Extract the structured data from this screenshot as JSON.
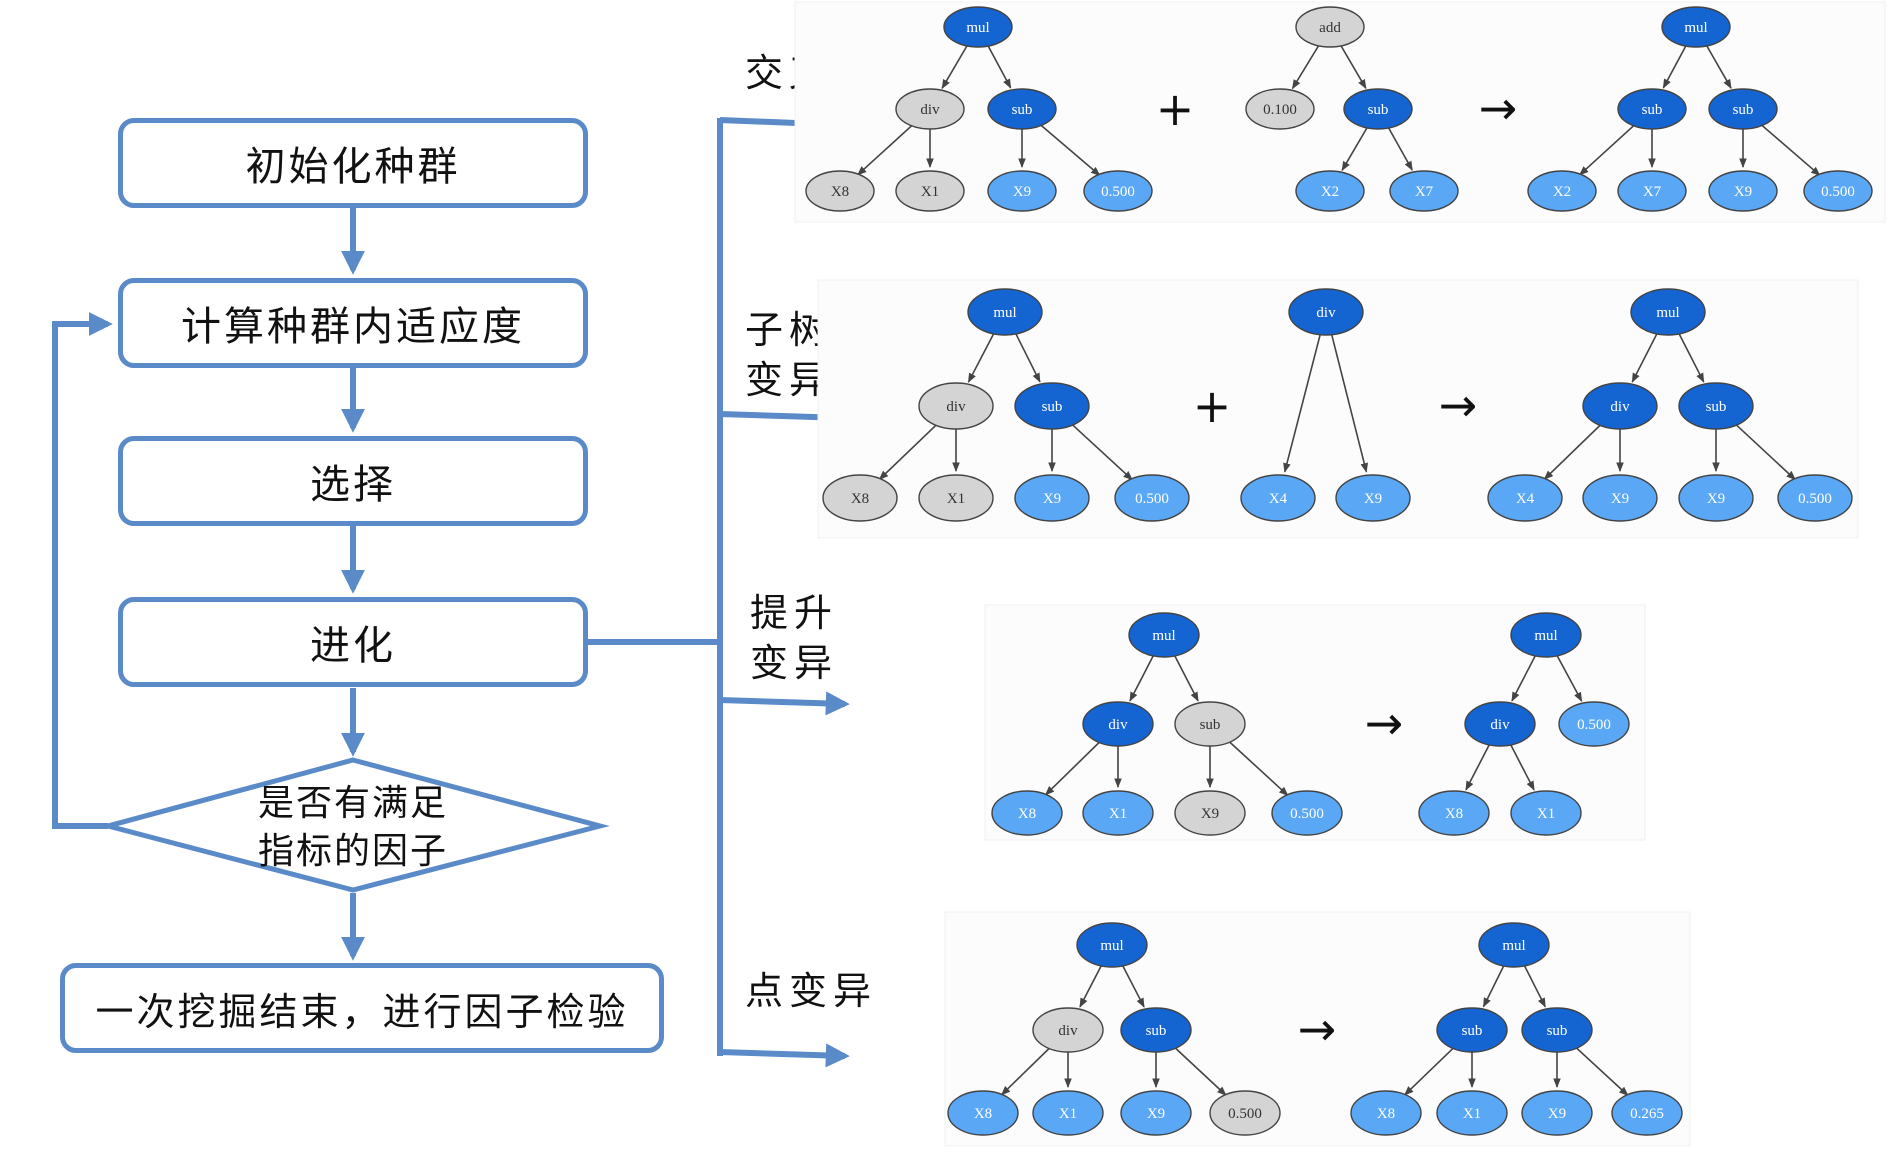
{
  "flowchart": {
    "steps": {
      "init": "初始化种群",
      "fitness": "计算种群内适应度",
      "select": "选择",
      "evolve": "进化",
      "decision_line1": "是否有满足",
      "decision_line2": "指标的因子",
      "end": "一次挖掘结束，进行因子检验"
    }
  },
  "operations": {
    "crossover": {
      "label_line1": "交叉",
      "label_line2": ""
    },
    "subtree_mutation": {
      "label_line1": "子树",
      "label_line2": "变异"
    },
    "hoist_mutation": {
      "label_line1": "提升",
      "label_line2": "变异"
    },
    "point_mutation": {
      "label_line1": "点变异",
      "label_line2": ""
    }
  },
  "symbols": {
    "plus": "+",
    "arrow": "→"
  },
  "colors": {
    "flow_blue": "#5b8ac8",
    "node_dark": "#1464d2",
    "node_light": "#5aa8f5",
    "node_gray": "#d4d4d4"
  },
  "trees": [
    {
      "row": "crossover",
      "role": "parent-a",
      "root": {
        "label": "mul",
        "color": "dark",
        "children": [
          {
            "label": "div",
            "color": "gray",
            "children": [
              {
                "label": "X8",
                "color": "gray"
              },
              {
                "label": "X1",
                "color": "gray"
              }
            ]
          },
          {
            "label": "sub",
            "color": "dark",
            "children": [
              {
                "label": "X9",
                "color": "light"
              },
              {
                "label": "0.500",
                "color": "light"
              }
            ]
          }
        ]
      }
    },
    {
      "row": "crossover",
      "role": "parent-b",
      "root": {
        "label": "add",
        "color": "gray",
        "children": [
          {
            "label": "0.100",
            "color": "gray"
          },
          {
            "label": "sub",
            "color": "dark",
            "children": [
              {
                "label": "X2",
                "color": "light"
              },
              {
                "label": "X7",
                "color": "light"
              }
            ]
          }
        ]
      }
    },
    {
      "row": "crossover",
      "role": "result",
      "root": {
        "label": "mul",
        "color": "dark",
        "children": [
          {
            "label": "sub",
            "color": "dark",
            "children": [
              {
                "label": "X2",
                "color": "light"
              },
              {
                "label": "X7",
                "color": "light"
              }
            ]
          },
          {
            "label": "sub",
            "color": "dark",
            "children": [
              {
                "label": "X9",
                "color": "light"
              },
              {
                "label": "0.500",
                "color": "light"
              }
            ]
          }
        ]
      }
    },
    {
      "row": "subtree_mutation",
      "role": "parent-a",
      "root": {
        "label": "mul",
        "color": "dark",
        "children": [
          {
            "label": "div",
            "color": "gray",
            "children": [
              {
                "label": "X8",
                "color": "gray"
              },
              {
                "label": "X1",
                "color": "gray"
              }
            ]
          },
          {
            "label": "sub",
            "color": "dark",
            "children": [
              {
                "label": "X9",
                "color": "light"
              },
              {
                "label": "0.500",
                "color": "light"
              }
            ]
          }
        ]
      }
    },
    {
      "row": "subtree_mutation",
      "role": "parent-b",
      "root": {
        "label": "div",
        "color": "dark",
        "children": [
          {
            "label": "X4",
            "color": "light"
          },
          {
            "label": "X9",
            "color": "light"
          }
        ]
      }
    },
    {
      "row": "subtree_mutation",
      "role": "result",
      "root": {
        "label": "mul",
        "color": "dark",
        "children": [
          {
            "label": "div",
            "color": "dark",
            "children": [
              {
                "label": "X4",
                "color": "light"
              },
              {
                "label": "X9",
                "color": "light"
              }
            ]
          },
          {
            "label": "sub",
            "color": "dark",
            "children": [
              {
                "label": "X9",
                "color": "light"
              },
              {
                "label": "0.500",
                "color": "light"
              }
            ]
          }
        ]
      }
    },
    {
      "row": "hoist_mutation",
      "role": "parent-a",
      "root": {
        "label": "mul",
        "color": "dark",
        "children": [
          {
            "label": "div",
            "color": "dark",
            "children": [
              {
                "label": "X8",
                "color": "light"
              },
              {
                "label": "X1",
                "color": "light"
              }
            ]
          },
          {
            "label": "sub",
            "color": "gray",
            "children": [
              {
                "label": "X9",
                "color": "gray"
              },
              {
                "label": "0.500",
                "color": "light"
              }
            ]
          }
        ]
      }
    },
    {
      "row": "hoist_mutation",
      "role": "result",
      "root": {
        "label": "mul",
        "color": "dark",
        "children": [
          {
            "label": "div",
            "color": "dark",
            "children": [
              {
                "label": "X8",
                "color": "light"
              },
              {
                "label": "X1",
                "color": "light"
              }
            ]
          },
          {
            "label": "0.500",
            "color": "light"
          }
        ]
      }
    },
    {
      "row": "point_mutation",
      "role": "parent-a",
      "root": {
        "label": "mul",
        "color": "dark",
        "children": [
          {
            "label": "div",
            "color": "gray",
            "children": [
              {
                "label": "X8",
                "color": "light"
              },
              {
                "label": "X1",
                "color": "light"
              }
            ]
          },
          {
            "label": "sub",
            "color": "dark",
            "children": [
              {
                "label": "X9",
                "color": "light"
              },
              {
                "label": "0.500",
                "color": "gray"
              }
            ]
          }
        ]
      }
    },
    {
      "row": "point_mutation",
      "role": "result",
      "root": {
        "label": "mul",
        "color": "dark",
        "children": [
          {
            "label": "sub",
            "color": "dark",
            "children": [
              {
                "label": "X8",
                "color": "light"
              },
              {
                "label": "X1",
                "color": "light"
              }
            ]
          },
          {
            "label": "sub",
            "color": "dark",
            "children": [
              {
                "label": "X9",
                "color": "light"
              },
              {
                "label": "0.265",
                "color": "light"
              }
            ]
          }
        ]
      }
    }
  ]
}
